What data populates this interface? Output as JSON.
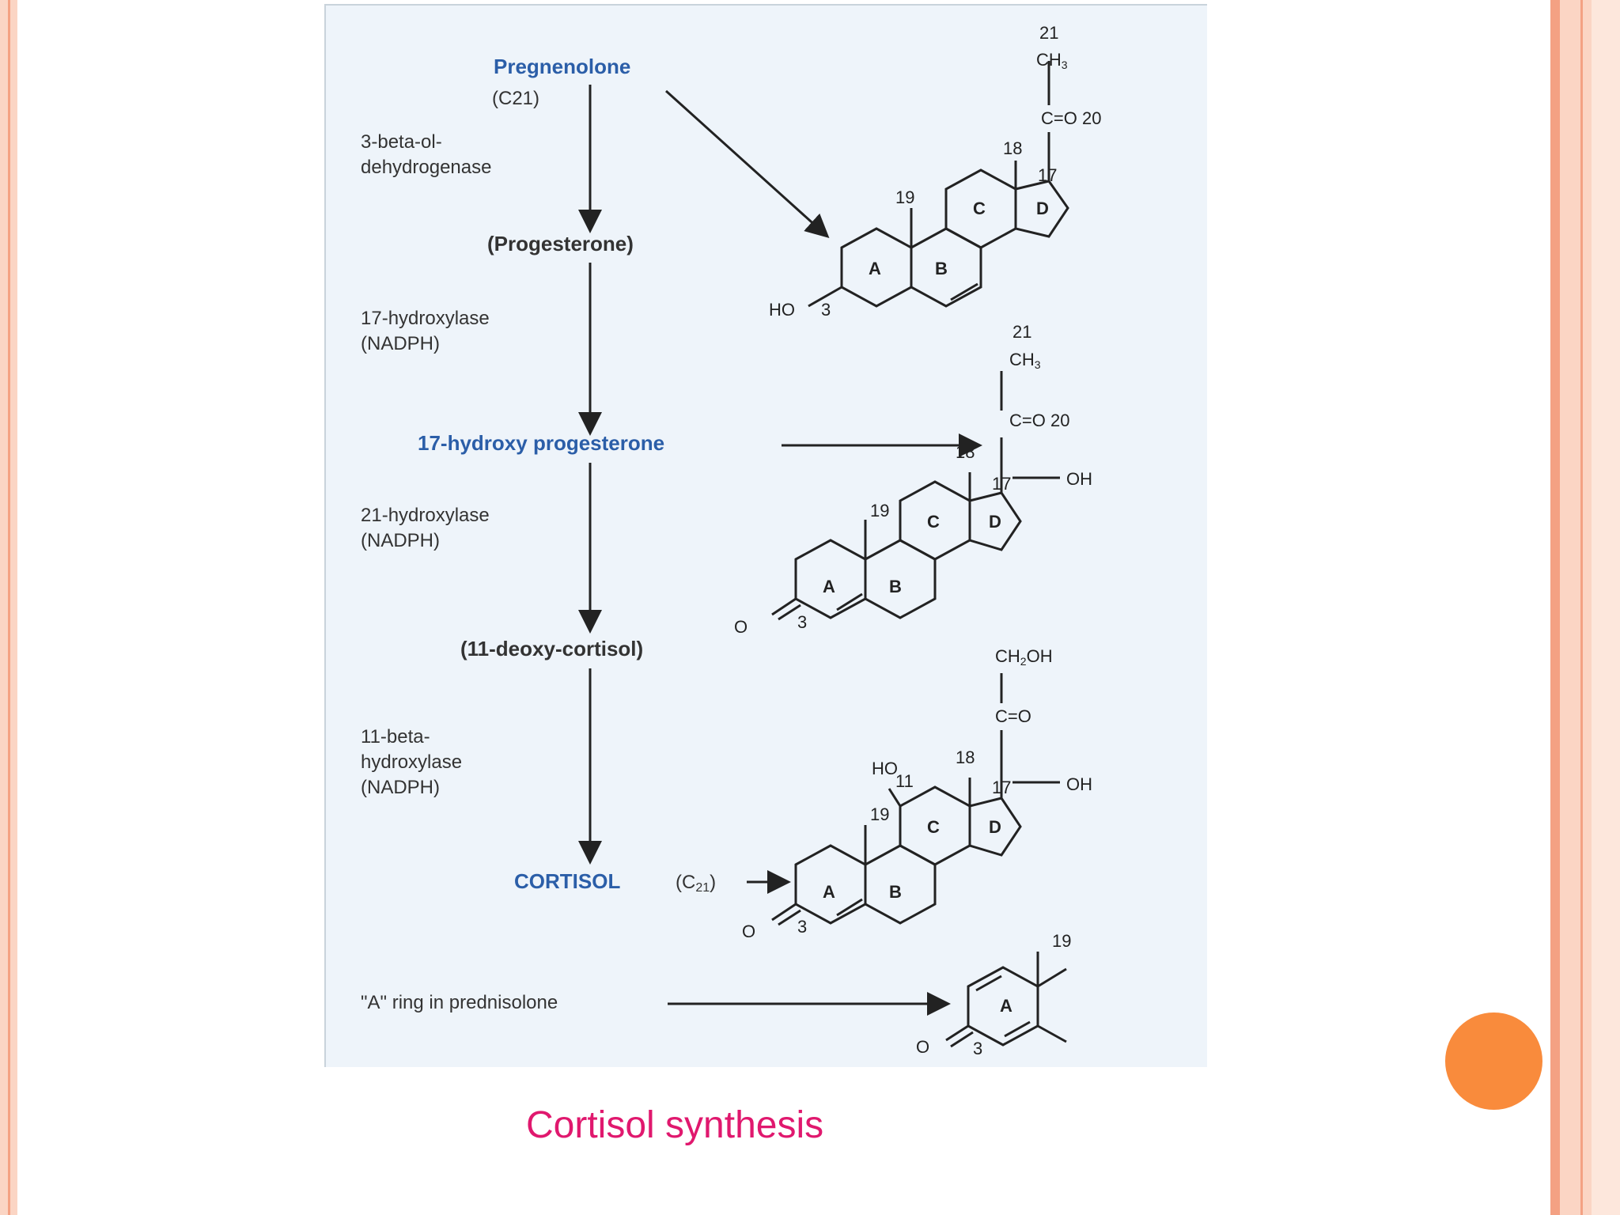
{
  "slide": {
    "caption": "Cortisol synthesis",
    "accent_color": "#f98b3c",
    "border_color": "#f4a183"
  },
  "pathway": {
    "pregnenolone": "Pregnenolone",
    "c21": "(C21)",
    "enzyme1_line1": "3-beta-ol-",
    "enzyme1_line2": "dehydrogenase",
    "progesterone": "(Progesterone)",
    "enzyme2_line1": "17-hydroxylase",
    "enzyme2_line2": "(NADPH)",
    "hydroxyprog": "17-hydroxy progesterone",
    "enzyme3_line1": "21-hydroxylase",
    "enzyme3_line2": "(NADPH)",
    "deoxycortisol": "(11-deoxy-cortisol)",
    "enzyme4_line1": "11-beta-",
    "enzyme4_line2": "hydroxylase",
    "enzyme4_line3": "(NADPH)",
    "cortisol": "CORTISOL",
    "cortisol_c21_open": "(C",
    "cortisol_c21_sub": "21",
    "cortisol_c21_close": ")",
    "prednisolone": "\"A\" ring in prednisolone"
  },
  "labels": {
    "n21": "21",
    "ch3": "CH",
    "ch3_sub": "3",
    "co20": "C=O 20",
    "co": "C=O",
    "n18": "18",
    "n17": "17",
    "n19": "19",
    "n3": "3",
    "n11": "11",
    "ringA": "A",
    "ringB": "B",
    "ringC": "C",
    "ringD": "D",
    "ho": "HO",
    "oh": "OH",
    "o": "O",
    "ch2oh": "CH",
    "ch2oh_sub": "2",
    "ch2oh_tail": "OH"
  },
  "colors": {
    "blue": "#2b5ea8",
    "text": "#222222",
    "pink": "#e0186e"
  }
}
